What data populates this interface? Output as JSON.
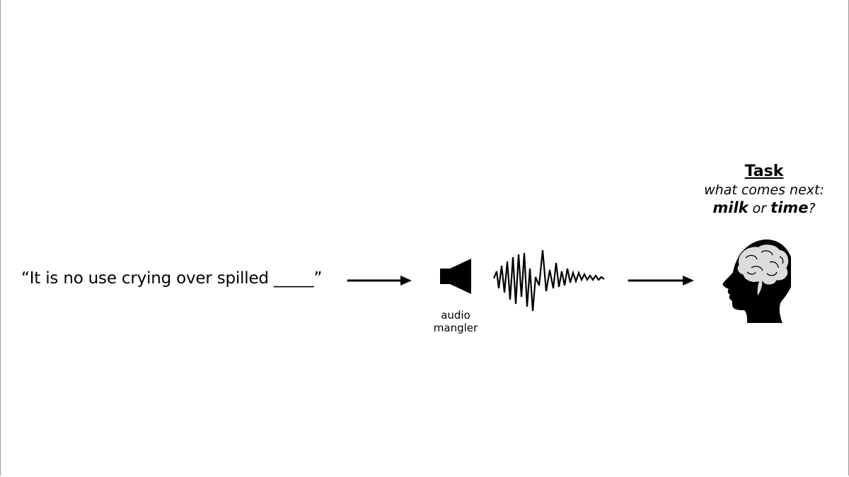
{
  "sentence": {
    "open_quote": "“",
    "text": "It is no use crying over spilled",
    "blank": "_____",
    "close_quote": "”"
  },
  "speaker": {
    "icon": "speaker-icon",
    "label_line1": "audio",
    "label_line2": "mangler"
  },
  "waveform": {
    "icon": "waveform-icon"
  },
  "task": {
    "title": "Task",
    "question": "what comes next:",
    "option1": "milk",
    "connector": "or",
    "option2": "time",
    "end": "?"
  },
  "head": {
    "icon": "head-brain-icon"
  },
  "colors": {
    "ink": "#000000",
    "background": "#ffffff",
    "brain": "#dcdcdc",
    "frame": "#9a9a9a"
  }
}
